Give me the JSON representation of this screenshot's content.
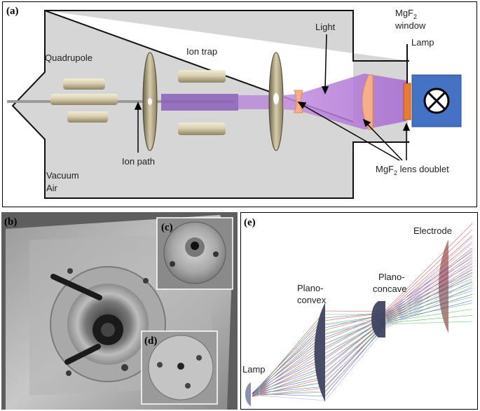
{
  "panel_a": {
    "label": "(a)",
    "quadrupole": "Quadrupole",
    "ion_trap": "Ion trap",
    "light": "Light",
    "mgf2_window_1": "MgF",
    "mgf2_window_sub": "2",
    "mgf2_window_2": "window",
    "lamp": "Lamp",
    "ion_path": "Ion path",
    "vacuum": "Vacuum",
    "air": "Air",
    "lens_doublet_1": "MgF",
    "lens_doublet_sub": "2",
    "lens_doublet_2": " lens doublet",
    "colors": {
      "ion_beam": "#9b6fc8",
      "light_beam": "#b57ad6",
      "lens": "#f4b183",
      "window": "#e97a2e",
      "lamp_box": "#4472c4"
    }
  },
  "panel_b": {
    "label": "(b)"
  },
  "panel_c": {
    "label": "(c)"
  },
  "panel_d": {
    "label": "(d)"
  },
  "panel_e": {
    "label": "(e)",
    "electrode": "Electrode",
    "plano_concave_1": "Plano-",
    "plano_concave_2": "concave",
    "plano_convex_1": "Plano-",
    "plano_convex_2": "convex",
    "lamp": "Lamp",
    "colors": {
      "lens": "#3a3f5c",
      "electrode": "#b07a78",
      "lamp": "#8b8fb0",
      "ray_red": "#d03030",
      "ray_blue": "#2030d0",
      "ray_green": "#30b030"
    }
  }
}
